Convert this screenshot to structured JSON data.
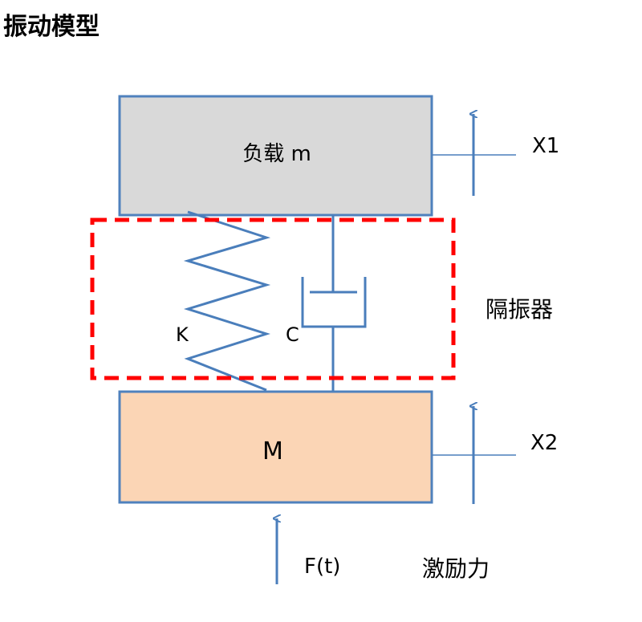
{
  "title": "振动模型",
  "load_mass": {
    "label": "负载 m",
    "color": "#d9d9d9"
  },
  "base_mass": {
    "label": "M",
    "color": "#fbd5b5"
  },
  "isolator": {
    "label": "隔振器",
    "color": "#ff0000"
  },
  "spring": {
    "label": "K"
  },
  "damper": {
    "label": "C"
  },
  "displacement_top": {
    "label": "X1"
  },
  "displacement_bottom": {
    "label": "X2"
  },
  "force": {
    "label": "F(t)"
  },
  "excitation": {
    "label": "激励力"
  },
  "colors": {
    "outline": "#4f81bd",
    "line": "#4a7ebb"
  }
}
